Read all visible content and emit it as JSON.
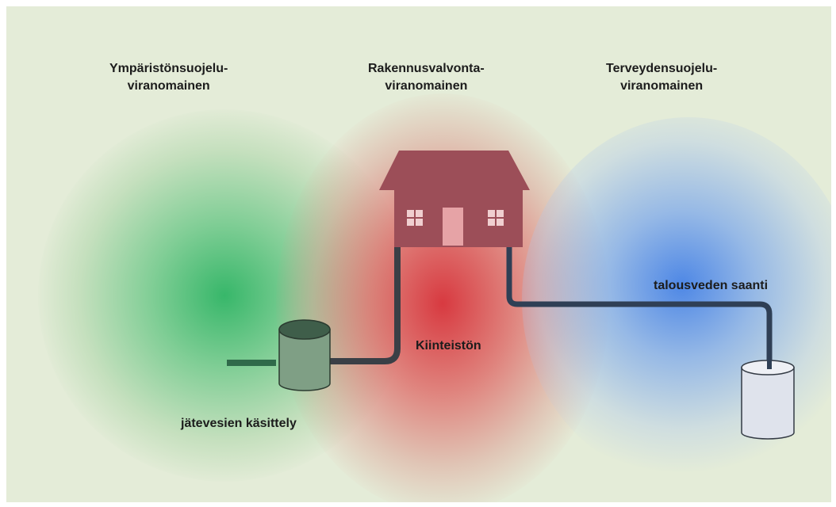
{
  "authorities": {
    "environment": {
      "line1": "Ympäristönsuojelu-",
      "line2": "viranomainen"
    },
    "building": {
      "line1": "Rakennusvalvonta-",
      "line2": "viranomainen"
    },
    "health": {
      "line1": "Terveydensuojelu-",
      "line2": "viranomainen"
    }
  },
  "labels": {
    "property": "Kiinteistön",
    "wastewater": "jätevesien käsittely",
    "water_supply": "talousveden saanti"
  },
  "colors": {
    "background": "#e4ecd8",
    "environment_zone": "#2eb464",
    "building_zone": "#d73038",
    "health_zone": "#4682e6",
    "house": "#9c4e58",
    "pipe": "#2f3f55",
    "septic_tank": "#7f9f85",
    "well": "#dfe3ec"
  }
}
